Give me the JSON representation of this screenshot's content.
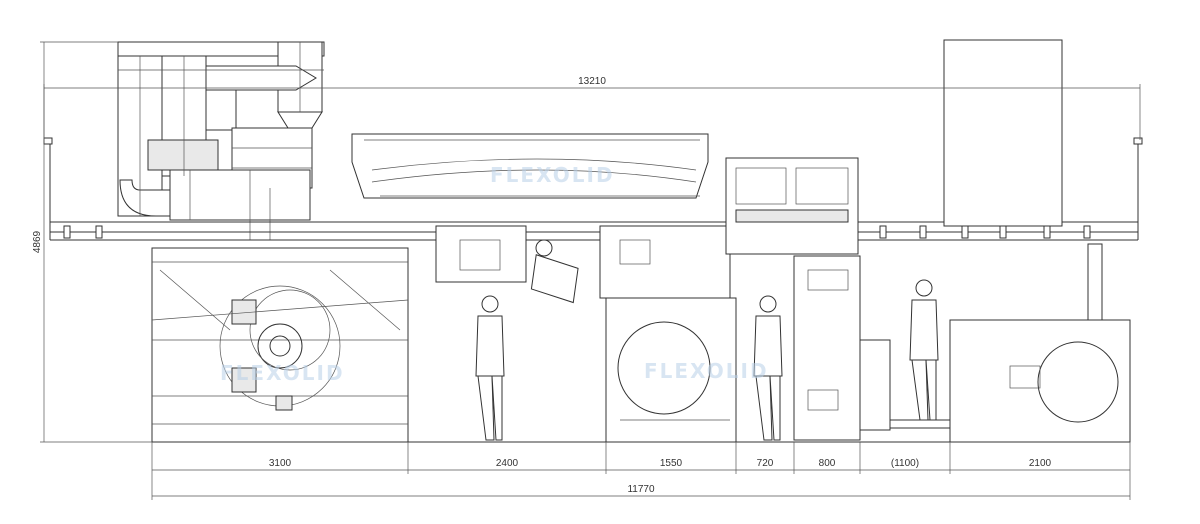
{
  "watermark": "FLEXOLID",
  "dimensions": {
    "overall_length": "13210",
    "height": "4869",
    "base_length": "11770",
    "segments": [
      "3100",
      "2400",
      "1550",
      "720",
      "800",
      "(1100)",
      "2100"
    ]
  }
}
